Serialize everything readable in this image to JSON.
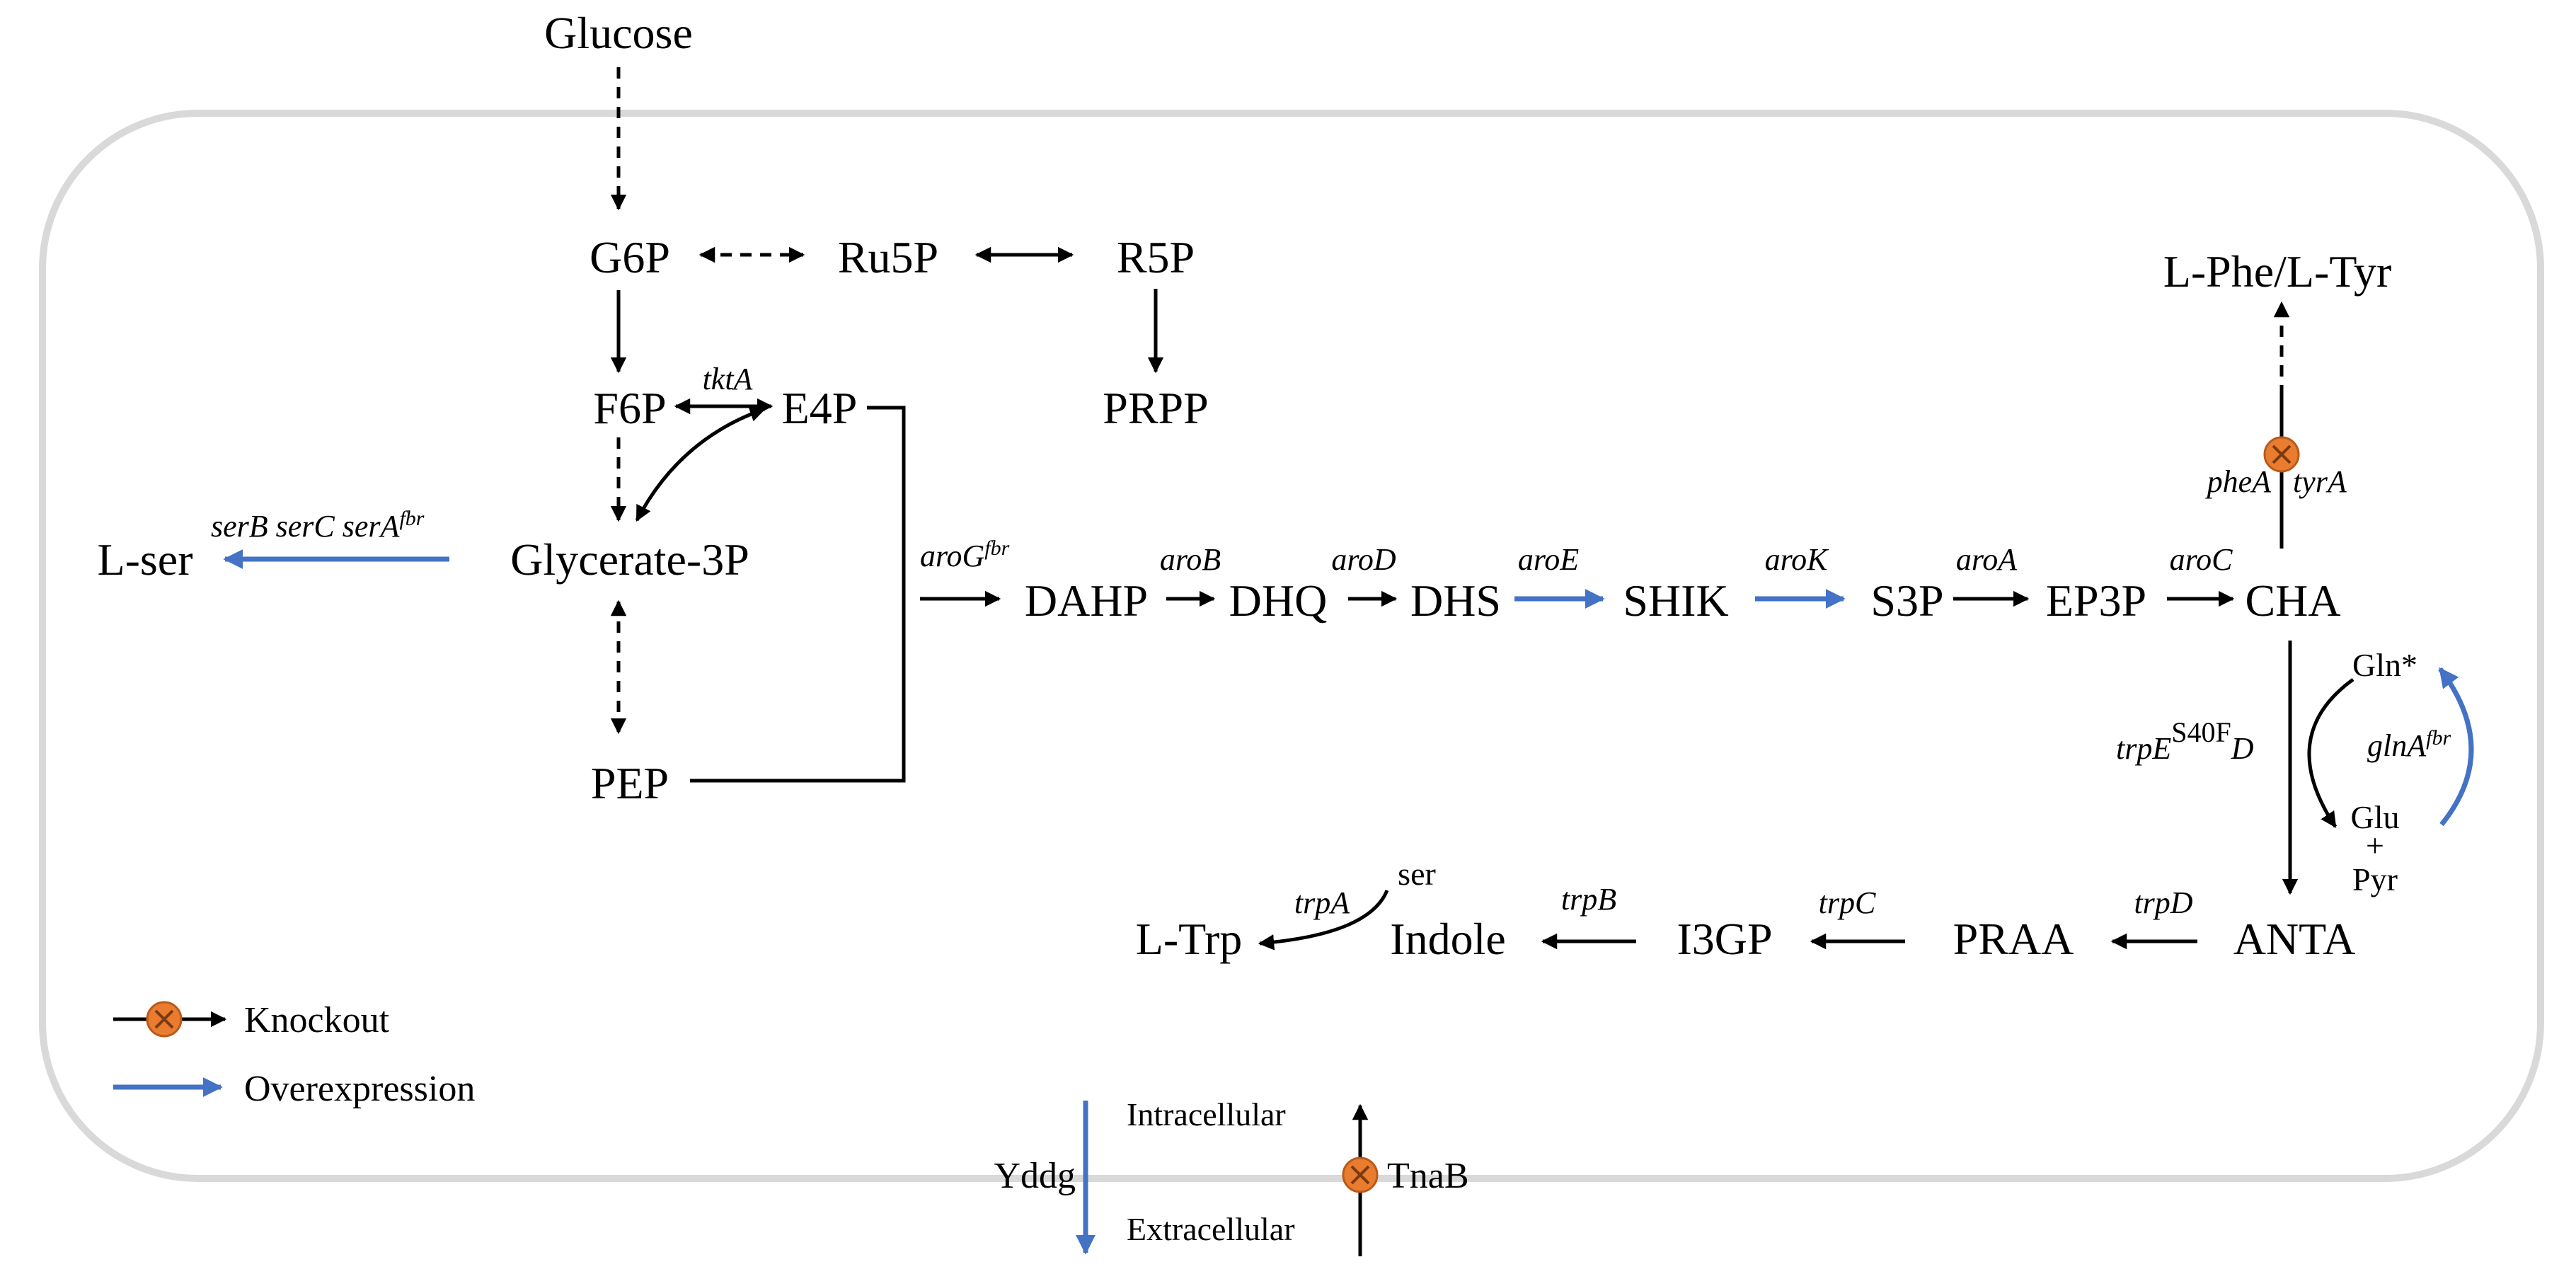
{
  "metabolites": {
    "glucose": "Glucose",
    "g6p": "G6P",
    "ru5p": "Ru5P",
    "r5p": "R5P",
    "f6p": "F6P",
    "e4p": "E4P",
    "prpp": "PRPP",
    "lser": "L-ser",
    "glycerate3p": "Glycerate-3P",
    "pep": "PEP",
    "dahp": "DAHP",
    "dhq": "DHQ",
    "dhs": "DHS",
    "shik": "SHIK",
    "s3p": "S3P",
    "ep3p": "EP3P",
    "cha": "CHA",
    "lphe_ltyr": "L-Phe/L-Tyr",
    "gln": "Gln*",
    "glu": "Glu",
    "plus": "+",
    "pyr": "Pyr",
    "anta": "ANTA",
    "praa": "PRAA",
    "i3gp": "I3GP",
    "indole": "Indole",
    "ltrp": "L-Trp",
    "ser": "ser"
  },
  "genes": {
    "tkta": "tktA",
    "serb_serc": "serB serC serA",
    "sera_sup": "fbr",
    "arog": "aroG",
    "arog_sup": "fbr",
    "arob": "aroB",
    "arod": "aroD",
    "aroe": "aroE",
    "arok": "aroK",
    "aroa": "aroA",
    "aroc": "aroC",
    "phea": "pheA",
    "tyra": "tyrA",
    "trpe": "trpE",
    "trpe_sup": "S40F",
    "trpe_d": "D",
    "glna": "glnA",
    "glna_sup": "fbr",
    "trpd": "trpD",
    "trpc": "trpC",
    "trpb": "trpB",
    "trpa": "trpA"
  },
  "legend": {
    "knockout": "Knockout",
    "overexpression": "Overexpression"
  },
  "membrane": {
    "intracellular": "Intracellular",
    "extracellular": "Extracellular",
    "yddg": "Yddg",
    "tnab": "TnaB"
  },
  "colors": {
    "overexpression": "#4472c4",
    "knockout": "#e97c2f",
    "cell_border": "#d9d9d9"
  }
}
